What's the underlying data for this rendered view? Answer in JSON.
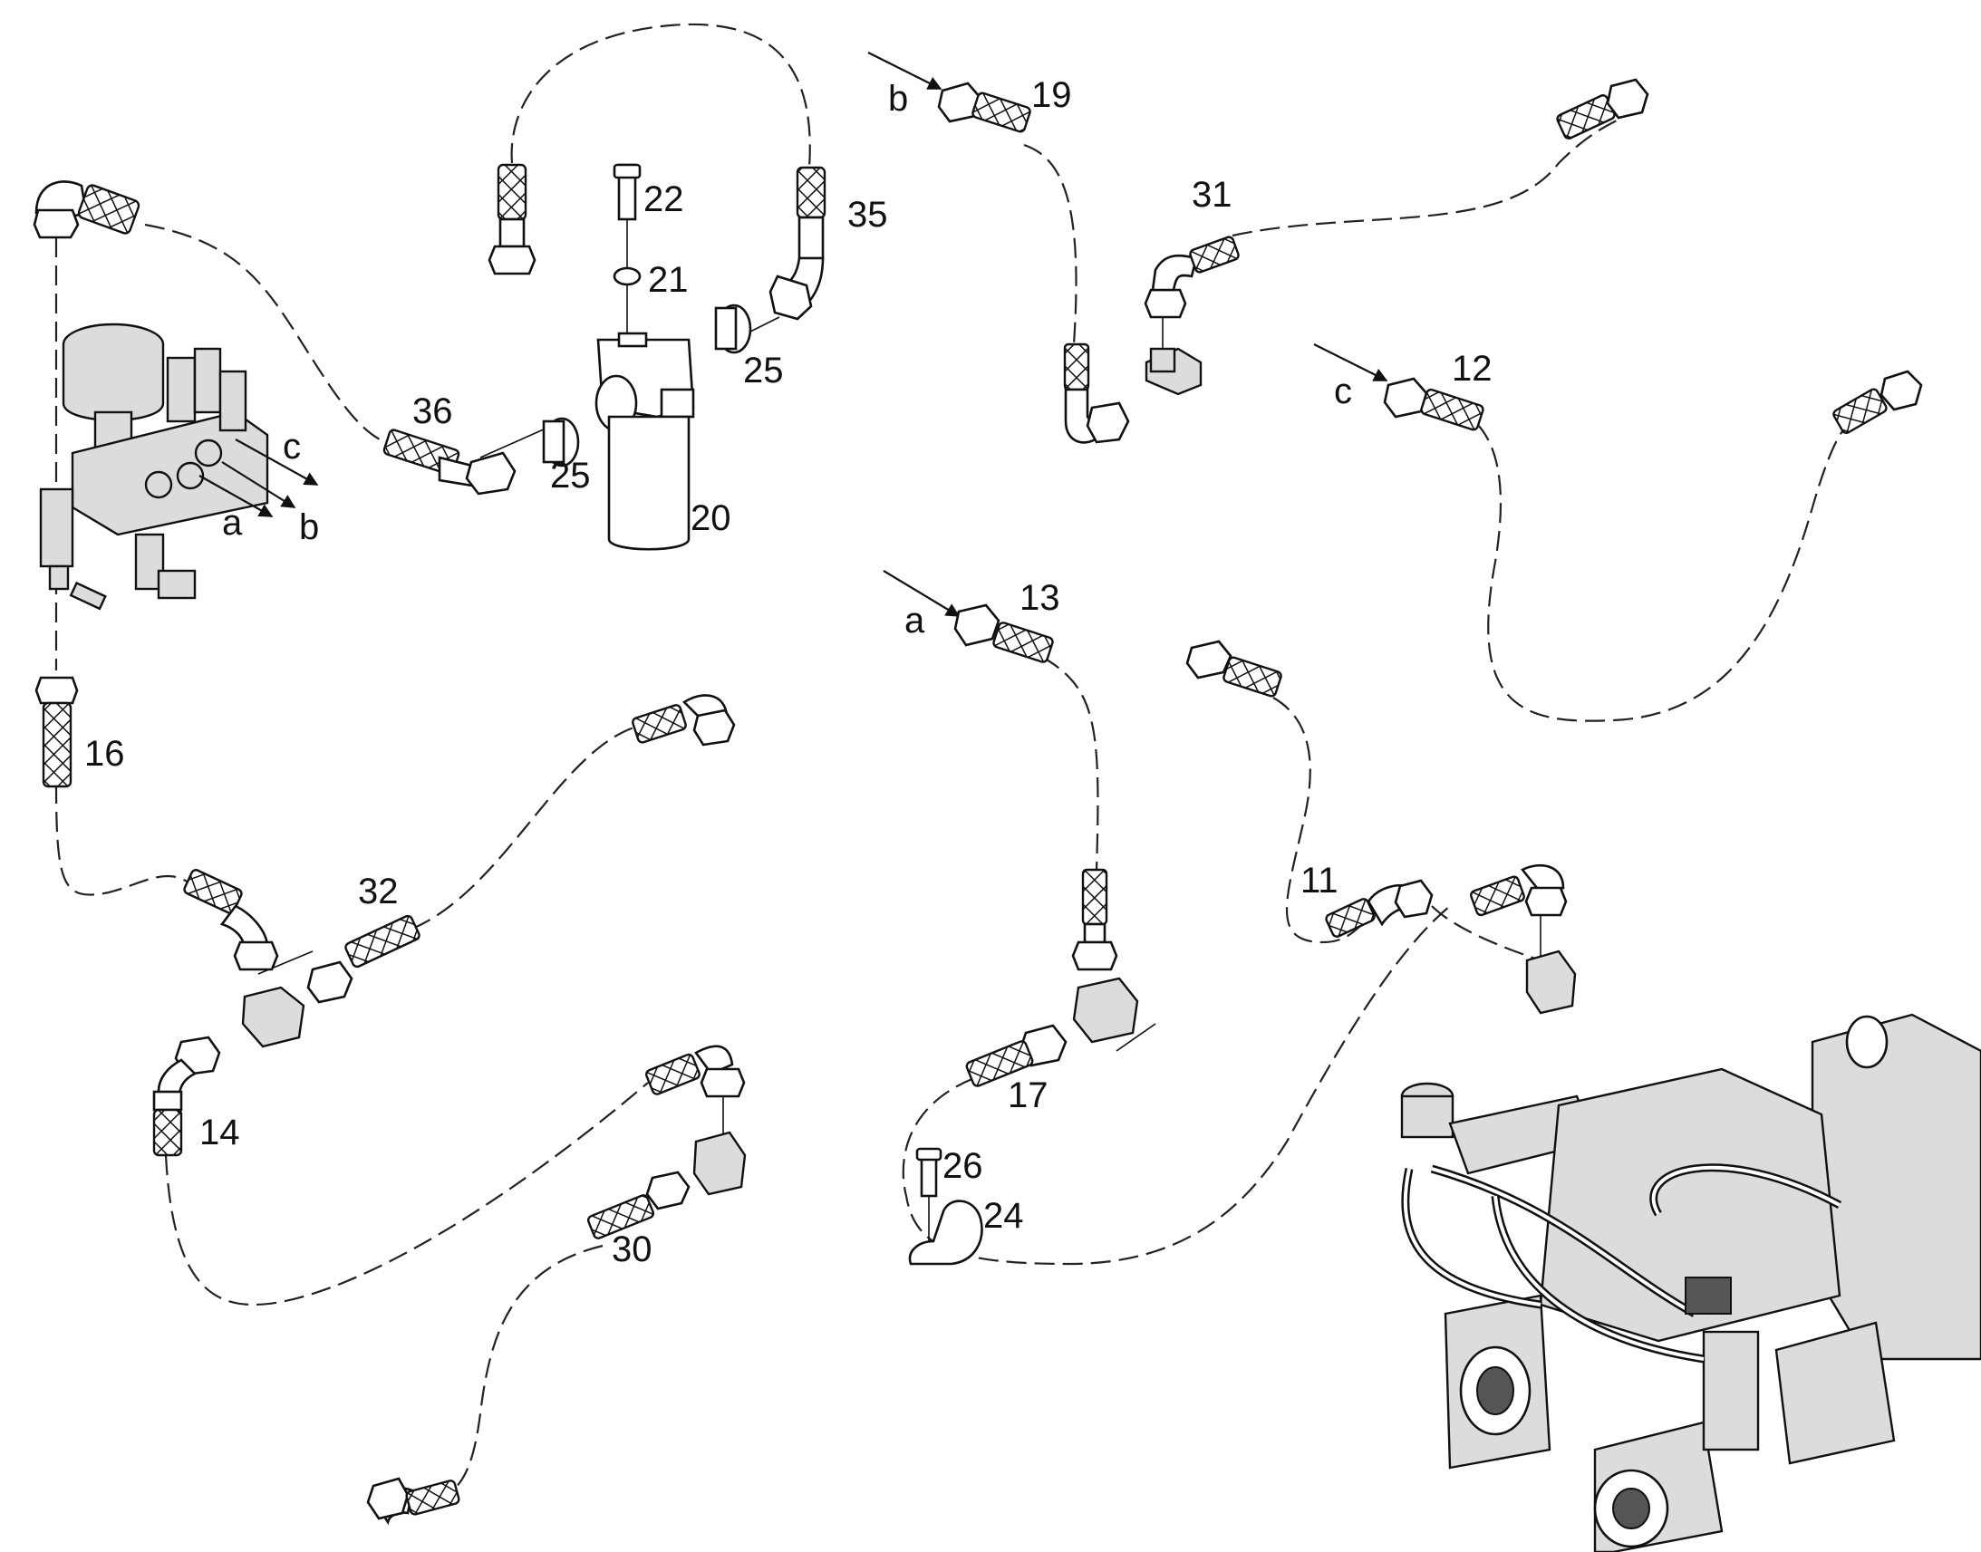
{
  "callouts": {
    "n11": "11",
    "n12": "12",
    "n13": "13",
    "n14": "14",
    "n16": "16",
    "n17": "17",
    "n19": "19",
    "n20": "20",
    "n21": "21",
    "n22": "22",
    "n24": "24",
    "n25a": "25",
    "n25b": "25",
    "n26": "26",
    "n30": "30",
    "n31": "31",
    "n32": "32",
    "n35": "35",
    "n36": "36"
  },
  "connection_letters": {
    "valve_a": "a",
    "valve_b": "b",
    "valve_c": "c",
    "hose_a": "a",
    "hose_b": "b",
    "hose_c": "c"
  }
}
